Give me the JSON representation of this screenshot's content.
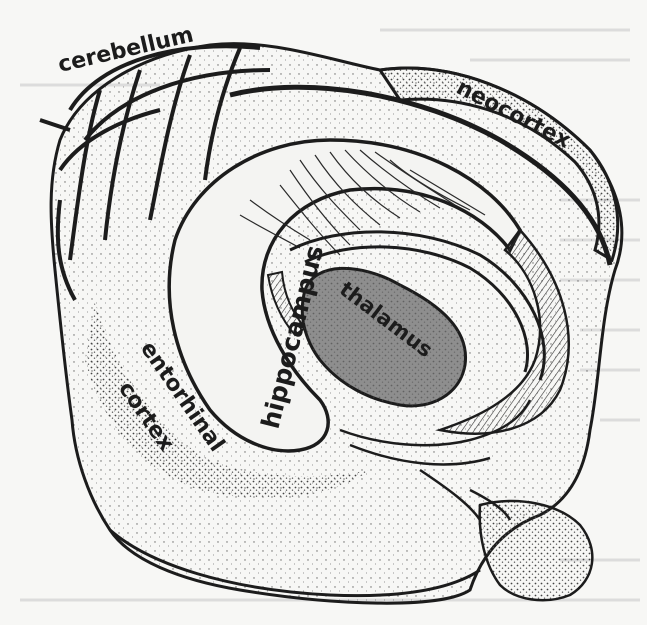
{
  "labels": {
    "cerebellum": "cerebellum",
    "neocortex": "neocortex",
    "hippocampus": "hippocampus",
    "thalamus": "thalamus",
    "entorhinal_line1": "entorhinal",
    "entorhinal_line2": "cortex"
  },
  "colors": {
    "ink": "#1c1c1c",
    "paper": "#f7f7f5",
    "shade": "#8e8e8e",
    "thalamus_fill": "#7a7a7a",
    "background_text": "#dcdcdc"
  }
}
